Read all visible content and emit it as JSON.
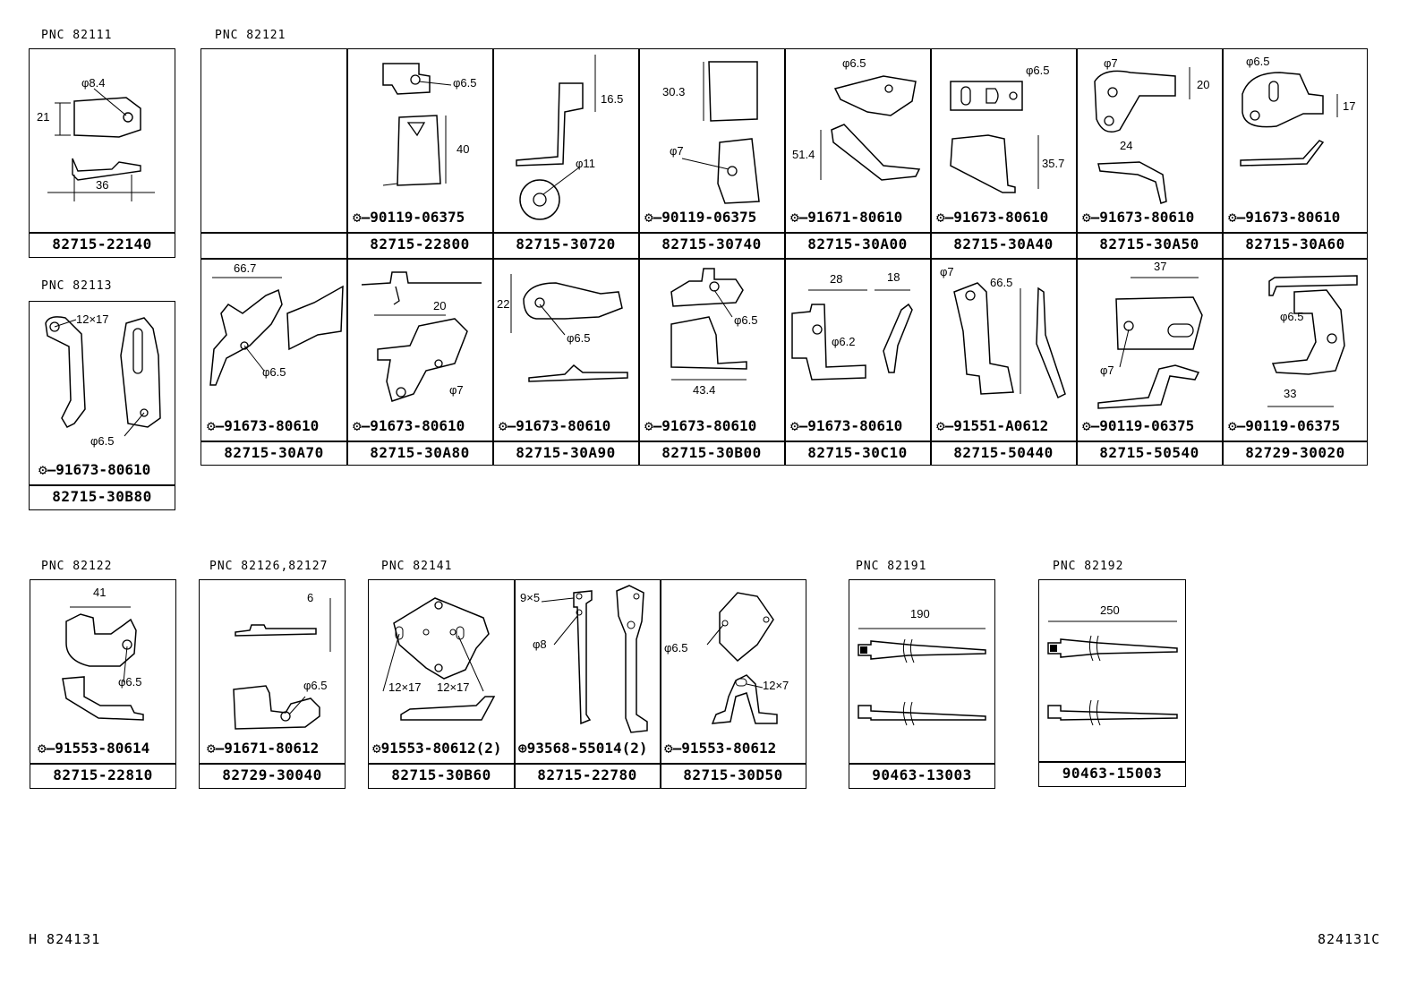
{
  "pnc_labels": {
    "p82111": "PNC  82111",
    "p82121": "PNC  82121",
    "p82113": "PNC  82113",
    "p82122": "PNC  82122",
    "p82126": "PNC  82126,82127",
    "p82141": "PNC  82141",
    "p82191": "PNC  82191",
    "p82192": "PNC  82192"
  },
  "row1": [
    {
      "part": "",
      "bolt": "",
      "dims": []
    },
    {
      "part": "82715-22800",
      "bolt": "90119-06375",
      "dims": [
        "φ6.5",
        "40"
      ]
    },
    {
      "part": "82715-30720",
      "bolt": "",
      "dims": [
        "16.5",
        "φ11"
      ]
    },
    {
      "part": "82715-30740",
      "bolt": "90119-06375",
      "dims": [
        "30.3",
        "φ7"
      ]
    },
    {
      "part": "82715-30A00",
      "bolt": "91671-80610",
      "dims": [
        "φ6.5",
        "51.4"
      ]
    },
    {
      "part": "82715-30A40",
      "bolt": "91673-80610",
      "dims": [
        "φ6.5",
        "35.7"
      ]
    },
    {
      "part": "82715-30A50",
      "bolt": "91673-80610",
      "dims": [
        "φ7",
        "20",
        "24"
      ]
    },
    {
      "part": "82715-30A60",
      "bolt": "91673-80610",
      "dims": [
        "φ6.5",
        "17"
      ]
    }
  ],
  "row2": [
    {
      "part": "82715-30A70",
      "bolt": "91673-80610",
      "dims": [
        "66.7",
        "φ6.5"
      ]
    },
    {
      "part": "82715-30A80",
      "bolt": "91673-80610",
      "dims": [
        "20",
        "φ7"
      ]
    },
    {
      "part": "82715-30A90",
      "bolt": "91673-80610",
      "dims": [
        "22",
        "φ6.5"
      ]
    },
    {
      "part": "82715-30B00",
      "bolt": "91673-80610",
      "dims": [
        "φ6.5",
        "43.4"
      ]
    },
    {
      "part": "82715-30C10",
      "bolt": "91673-80610",
      "dims": [
        "28",
        "18",
        "φ6.2"
      ]
    },
    {
      "part": "82715-50440",
      "bolt": "91551-A0612",
      "dims": [
        "φ7",
        "66.5"
      ]
    },
    {
      "part": "82715-50540",
      "bolt": "90119-06375",
      "dims": [
        "37",
        "φ7"
      ]
    },
    {
      "part": "82729-30020",
      "bolt": "90119-06375",
      "dims": [
        "φ6.5",
        "33"
      ]
    }
  ],
  "box82111": {
    "part": "82715-22140",
    "dims": [
      "φ8.4",
      "21",
      "36"
    ]
  },
  "box82113": {
    "part": "82715-30B80",
    "bolt": "91673-80610",
    "dims": [
      "12×17",
      "φ6.5"
    ]
  },
  "box82122": {
    "part": "82715-22810",
    "bolt": "91553-80614",
    "dims": [
      "41",
      "φ6.5"
    ]
  },
  "box82126": {
    "part": "82729-30040",
    "bolt": "91671-80612",
    "dims": [
      "6",
      "φ6.5"
    ]
  },
  "box82141": [
    {
      "part": "82715-30B60",
      "bolt": "91553-80612(2)",
      "dims": [
        "12×17",
        "12×17"
      ]
    },
    {
      "part": "82715-22780",
      "bolt": "93568-55014(2)",
      "dims": [
        "9×5",
        "φ8"
      ]
    },
    {
      "part": "82715-30D50",
      "bolt": "91553-80612",
      "dims": [
        "φ6.5",
        "12×7"
      ]
    }
  ],
  "box82191": {
    "part": "90463-13003",
    "dims": [
      "190"
    ]
  },
  "box82192": {
    "part": "90463-15003",
    "dims": [
      "250"
    ]
  },
  "footer": {
    "left": "H  824131",
    "right": "824131C"
  }
}
